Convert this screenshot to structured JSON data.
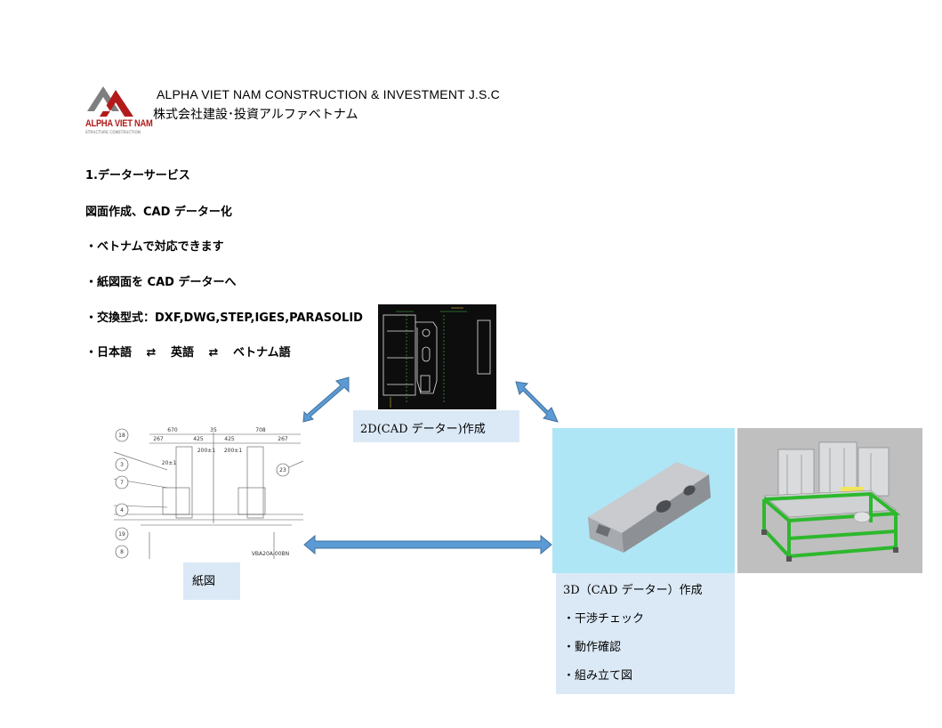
{
  "header": {
    "company_en": "ALPHA VIET NAM CONSTRUCTION & INVESTMENT J.S.C",
    "company_jp": "株式会社建設･投資アルファベトナム",
    "logo_text": "ALPHA VIET NAM",
    "logo_sub": "STRUCTURE CONSTRUCTION"
  },
  "content": {
    "heading": "1.データーサービス",
    "subheading": "図面作成、CAD データー化",
    "bullets": [
      "・ベトナムで対応できます",
      "・紙図面を CAD データーへ",
      "・交換型式：DXF,DWG,STEP,IGES,PARASOLID"
    ],
    "language_line": {
      "prefix": "・日本語",
      "arrow": "⇄",
      "english": "英語",
      "vietnamese": "ベトナム語"
    }
  },
  "captions": {
    "cad2d": "2D(CAD データー)作成",
    "paper": "紙図",
    "cad3d_title": "3D（CAD データー）作成",
    "cad3d_items": [
      "・干渉チェック",
      "・動作確認",
      "・組み立て図"
    ]
  },
  "drawing_labels": {
    "balloons": [
      "18",
      "3",
      "7",
      "4",
      "19",
      "8",
      "23"
    ],
    "dims": [
      "670",
      "425",
      "35",
      "425",
      "708",
      "267",
      "267",
      "200±1",
      "200±1",
      "20±1"
    ],
    "part_no": "VBA20A-00BN"
  },
  "colors": {
    "arrow_fill": "#5b9bd5",
    "arrow_stroke": "#41719c",
    "caption_bg": "#dbe9f6",
    "logo_red": "#b31b1b",
    "frame_green": "#2db82d"
  }
}
